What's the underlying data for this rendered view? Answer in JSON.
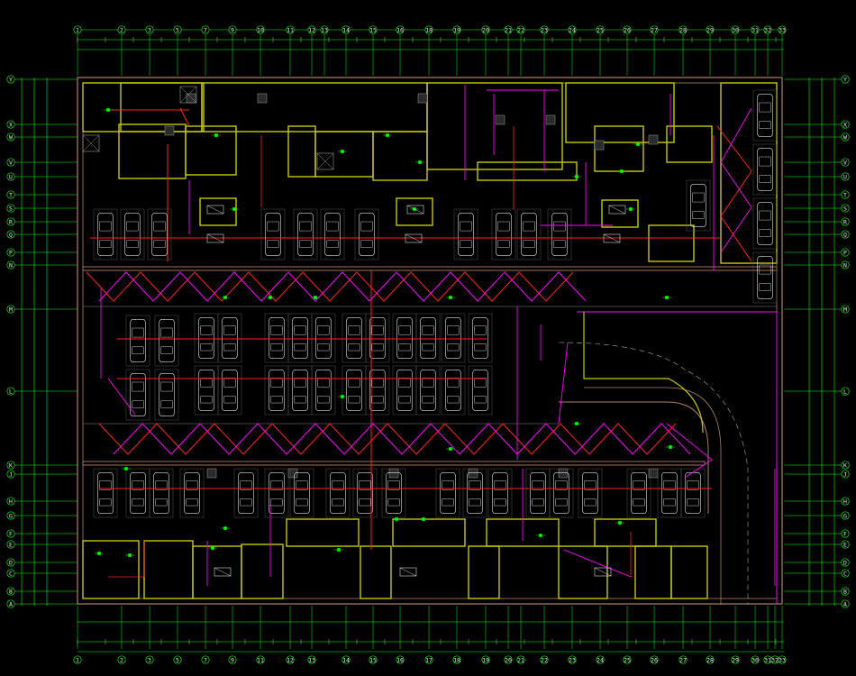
{
  "drawing": {
    "top_axes": [
      "1",
      "2",
      "3",
      "5",
      "7",
      "9",
      "10",
      "11",
      "12",
      "13",
      "14",
      "15",
      "16",
      "18",
      "19",
      "20",
      "21",
      "22",
      "23",
      "24",
      "25",
      "26",
      "27",
      "28",
      "29",
      "30",
      "31",
      "32",
      "33"
    ],
    "bottom_axes": [
      "1",
      "2",
      "3",
      "5",
      "7",
      "9",
      "11",
      "12",
      "13",
      "14",
      "15",
      "16",
      "17",
      "18",
      "19",
      "20",
      "21",
      "22",
      "23",
      "24",
      "25",
      "26",
      "27",
      "28",
      "29",
      "30",
      "31",
      "32",
      "33"
    ],
    "side_axes": [
      "Y",
      "X",
      "W",
      "V",
      "U",
      "T",
      "S",
      "R",
      "Q",
      "P",
      "N",
      "M",
      "L",
      "K",
      "J",
      "H",
      "G",
      "F",
      "E",
      "D",
      "C",
      "B",
      "A"
    ],
    "title_note_lines": [
      "",
      "",
      ""
    ],
    "room_labels": [
      "",
      "",
      "",
      "",
      "",
      "",
      "",
      "",
      ""
    ],
    "colors": {
      "background": "#000000",
      "grid_green": "#00ff00",
      "wall_yellow": "#c8c800",
      "wall_outline": "#b08060",
      "cable_red": "#ff2020",
      "cable_magenta": "#ff00ff",
      "note_cyan": "#00e5ff",
      "car_white": "#e0e0e0"
    }
  }
}
